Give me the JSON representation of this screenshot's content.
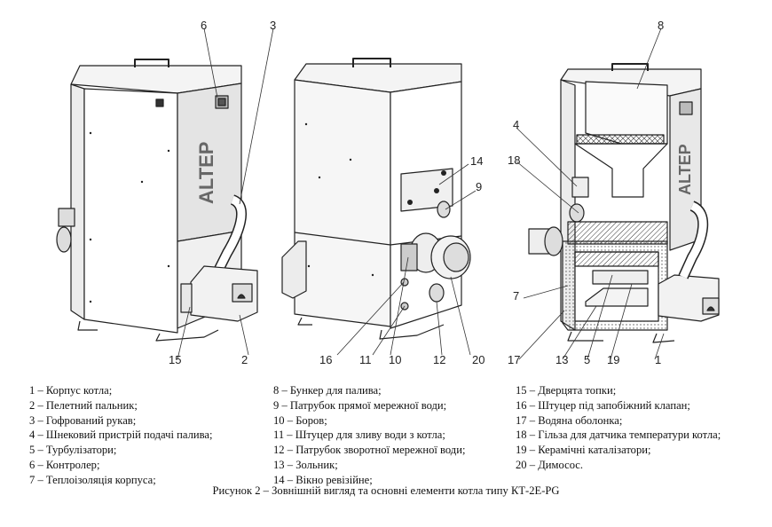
{
  "figure": {
    "brand": "ALTEP",
    "callouts": {
      "c1": "1",
      "c2": "2",
      "c3": "3",
      "c4": "4",
      "c5": "5",
      "c6": "6",
      "c7": "7",
      "c8": "8",
      "c9": "9",
      "c10": "10",
      "c11": "11",
      "c12": "12",
      "c13": "13",
      "c14": "14",
      "c15": "15",
      "c16": "16",
      "c17": "17",
      "c18": "18",
      "c19": "19",
      "c20": "20"
    }
  },
  "legend": {
    "col1": [
      "1 – Корпус котла;",
      "2 – Пелетний пальник;",
      "3 – Гофрований рукав;",
      "4 – Шнековий пристрій подачі палива;",
      "5 – Турбулізатори;",
      "6 – Контролер;",
      "7 – Теплоізоляція корпуса;"
    ],
    "col2": [
      "8 – Бункер для палива;",
      "9 – Патрубок прямої мережної води;",
      "10 – Боров;",
      "11 – Штуцер для зливу води з котла;",
      "12 – Патрубок зворотної мережної води;",
      "13 – Зольник;",
      "14 – Вікно ревізійне;"
    ],
    "col3": [
      "15 – Дверцята топки;",
      "16 – Штуцер під запобіжний клапан;",
      "17 – Водяна оболонка;",
      "18 – Гільза для датчика температури котла;",
      "19 – Керамічні каталізатори;",
      "20 – Димосос."
    ]
  },
  "caption": "Рисунок 2 – Зовнішній вигляд та основні елементи котла типу КТ-2Е-PG"
}
